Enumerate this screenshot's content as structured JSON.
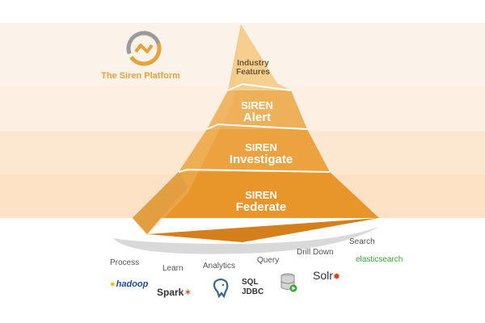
{
  "brand": {
    "name": "The Siren Platform",
    "logo_icon": "siren-logo-icon",
    "accent": "#e8a23a"
  },
  "pyramid": {
    "tiers": [
      {
        "line1": "Industry",
        "line2": "Features",
        "color": "#f5cf8e"
      },
      {
        "line1": "SIREN",
        "line2": "Alert",
        "color": "#efb05a"
      },
      {
        "line1": "SIREN",
        "line2": "Investigate",
        "color": "#eca33f"
      },
      {
        "line1": "SIREN",
        "line2": "Federate",
        "color": "#e8962a"
      }
    ]
  },
  "steps": {
    "process": "Process",
    "learn": "Learn",
    "analytics": "Analytics",
    "query": "Query",
    "drill_down": "Drill Down",
    "search": "Search"
  },
  "technologies": {
    "hadoop": "hadoop",
    "spark": "Spark",
    "postgres_icon": "postgresql-elephant-icon",
    "sql_line1": "SQL",
    "sql_line2": "JDBC",
    "database_icon": "database-icon",
    "solr": "Solr",
    "elasticsearch": "elasticsearch"
  }
}
